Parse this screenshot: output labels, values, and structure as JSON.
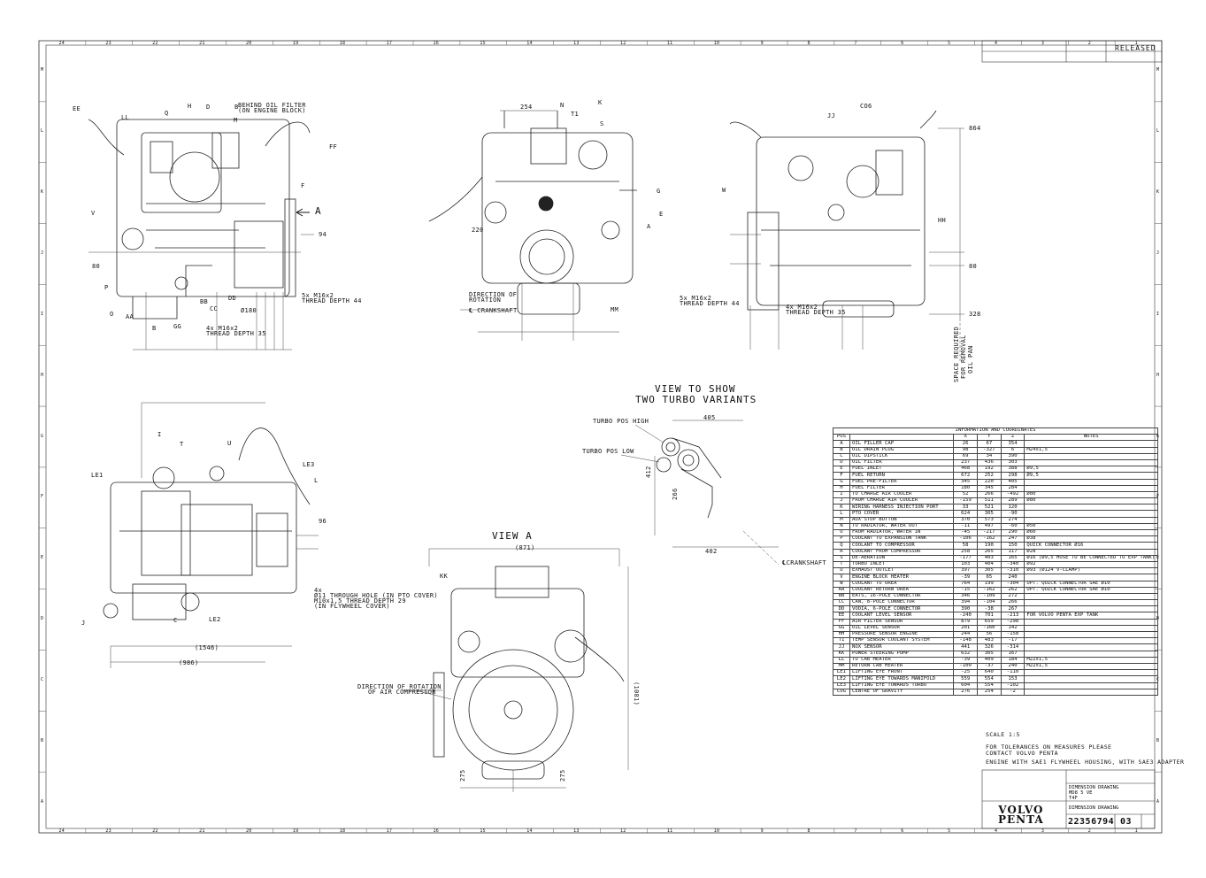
{
  "views": {
    "view_turbo_title_1": "VIEW TO SHOW",
    "view_turbo_title_2": "TWO TURBO VARIANTS",
    "view_a_title": "VIEW A",
    "turbo_pos_high": "TURBO POS HIGH",
    "turbo_pos_low": "TURBO POS LOW",
    "crankshaft": "℄ CRANKSHAFT",
    "crankshaft2": "℄CRANKSHAFT",
    "arrow_a": "A",
    "direction_rotation_1": "DIRECTION OF",
    "direction_rotation_2": "ROTATION",
    "direction_air_1": "DIRECTION OF ROTATION",
    "direction_air_2": "OF AIR COMPRESSOR",
    "behind_filter_1": "BEHIND OIL FILTER",
    "behind_filter_2": "(ON ENGINE BLOCK)",
    "thread_1a": "5x M16x2",
    "thread_1b": "THREAD DEPTH 44",
    "thread_2a": "4x M16x2",
    "thread_2b": "THREAD DEPTH 35",
    "thread_3a": "5x M16x2",
    "thread_3b": "THREAD DEPTH 44",
    "thread_4a": "4x M16x2",
    "thread_4b": "THREAD DEPTH 35",
    "hole_1": "4x",
    "hole_2": "Ø11 THROUGH HOLE (IN PTO COVER)",
    "hole_3": "M10x1,5 THREAD DEPTH 29",
    "hole_4": "(IN FLYWHEEL COVER)",
    "space_1": "SPACE REQUIRED",
    "space_2": "FOR REMOVAL",
    "space_3": "OIL PAN",
    "dim_254": "254",
    "dim_864": "864",
    "dim_328": "328",
    "dim_405": "405",
    "dim_412": "412",
    "dim_266": "266",
    "dim_402": "402",
    "dim_871": "(871)",
    "dim_1081": "(1081)",
    "dim_1546": "(1546)",
    "dim_986": "(986)",
    "dim_275a": "275",
    "dim_275b": "275",
    "dim_94": "94",
    "dim_96": "96",
    "dim_120": "Ø180",
    "dim_80a": "80",
    "dim_80b": "80",
    "dim_220": "220"
  },
  "callouts": {
    "front": [
      "EE",
      "LL",
      "Q",
      "H",
      "D",
      "B",
      "M",
      "FF",
      "F",
      "V",
      "P",
      "O",
      "AA",
      "B",
      "GG",
      "BB",
      "CC",
      "DD"
    ],
    "rear": [
      "N",
      "T1",
      "K",
      "S",
      "G",
      "E",
      "A",
      "MM"
    ],
    "right": [
      "JJ",
      "CO6",
      "W",
      "HH"
    ],
    "top": [
      "I",
      "T",
      "U",
      "LE1",
      "LE3",
      "L",
      "J",
      "C",
      "LE2"
    ],
    "view_a": [
      "KK"
    ]
  },
  "table": {
    "title": "INFORMATION AND COORDINATES",
    "headers": [
      "POS",
      "",
      "X",
      "Y",
      "Z",
      "NOTES"
    ],
    "rows": [
      [
        "A",
        "OIL FILLER CAP",
        "26",
        "67",
        "354",
        ""
      ],
      [
        "B",
        "OIL DRAIN PLUG",
        "98",
        "-327",
        "6",
        "M24x1,5"
      ],
      [
        "C",
        "OIL DIPSTICK",
        "69",
        "34",
        "390",
        ""
      ],
      [
        "D",
        "OIL FILTER",
        "237",
        "436",
        "303",
        ""
      ],
      [
        "E",
        "FUEL INLET",
        "468",
        "192",
        "388",
        "Ø9,5"
      ],
      [
        "F",
        "FUEL RETURN",
        "672",
        "252",
        "298",
        "Ø9,5"
      ],
      [
        "G",
        "FUEL PRE-FILTER",
        "345",
        "220",
        "405",
        ""
      ],
      [
        "H",
        "FUEL FILTER",
        "180",
        "345",
        "284",
        ""
      ],
      [
        "I",
        "TO CHARGE AIR COOLER",
        "52",
        "266",
        "-492",
        "Ø80"
      ],
      [
        "J",
        "FROM CHARGE AIR COOLER",
        "-159",
        "511",
        "289",
        "Ø80"
      ],
      [
        "K",
        "WIRING HARNESS INJECTION PORT",
        "33",
        "521",
        "120",
        ""
      ],
      [
        "L",
        "PTO COVER",
        "624",
        "305",
        "-90",
        ""
      ],
      [
        "M",
        "AUX STOP BUTTON",
        "370",
        "573",
        "274",
        ""
      ],
      [
        "N",
        "TO RADIATOR, WATER OUT",
        "-11",
        "497",
        "-60",
        "Ø50"
      ],
      [
        "O",
        "FROM RADIATOR, WATER IN",
        "-45",
        "-217",
        "290",
        "Ø60"
      ],
      [
        "P",
        "COOLANT TO EXPANSION TANK",
        "-106",
        "-162",
        "247",
        "Ø38"
      ],
      [
        "Q",
        "COOLANT TO COMPRESSOR",
        "58",
        "190",
        "150",
        "QUICK CONNECTOR Ø16"
      ],
      [
        "R",
        "COOLANT FROM COMPRESSOR",
        "258",
        "265",
        "117",
        "Ø28"
      ],
      [
        "S",
        "DE-AERATION",
        "-177",
        "403",
        "165",
        "Ø16 (Ø9,5 HOSE TO BE CONNECTED TO EXP TANK)"
      ],
      [
        "T",
        "TURBO INLET",
        "103",
        "404",
        "-340",
        "Ø92"
      ],
      [
        "U",
        "EXHAUST OUTLET",
        "397",
        "305",
        "-310",
        "Ø93 (Ø124 V-CLAMP)"
      ],
      [
        "V",
        "ENGINE BLOCK HEATER",
        "-39",
        "65",
        "240",
        ""
      ],
      [
        "W",
        "COOLANT TO UREA",
        "764",
        "199",
        "-304",
        "OPT. QUICK CONNECTOR SAE Ø10"
      ],
      [
        "AA",
        "COOLANT RETURN UREA",
        "-15",
        "-162",
        "262",
        "OPT. QUICK CONNECTOR SAE Ø10"
      ],
      [
        "BB",
        "EATS, 16-POLE CONNECTOR",
        "346",
        "-109",
        "272",
        ""
      ],
      [
        "CC",
        "CAN, 8-POLE CONNECTOR",
        "394",
        "-104",
        "266",
        ""
      ],
      [
        "DD",
        "VODIA, 6-POLE CONNECTOR",
        "390",
        "-38",
        "267",
        ""
      ],
      [
        "EE",
        "COOLANT LEVEL SENSOR",
        "-240",
        "701",
        "-213",
        "FOR VOLVO PENTA EXP TANK"
      ],
      [
        "FF",
        "AIR FILTER SENSOR",
        "879",
        "659",
        "-298",
        ""
      ],
      [
        "GG",
        "OIL LEVEL SENSOR",
        "201",
        "-160",
        "142",
        ""
      ],
      [
        "HH",
        "PRESSURE SENSOR ENGINE",
        "244",
        "56",
        "-158",
        ""
      ],
      [
        "T1",
        "TEMP SENSOR COOLANT SYSTEM",
        "-148",
        "483",
        "-17",
        ""
      ],
      [
        "JJ",
        "NOX SENSOR",
        "441",
        "326",
        "-314",
        ""
      ],
      [
        "KK",
        "POWER STEERING PUMP",
        "632",
        "305",
        "167",
        ""
      ],
      [
        "LL",
        "TO CAB HEATER",
        "-39",
        "409",
        "184",
        "M22x1,5"
      ],
      [
        "MM",
        "RETURN CAB HEATER",
        "-100",
        "-37",
        "240",
        "M22x1,5"
      ],
      [
        "LE1",
        "LIFTING EYE FRONT",
        "-25",
        "640",
        "-110",
        ""
      ],
      [
        "LE2",
        "LIFTING EYE TOWARDS MANIFOLD",
        "559",
        "554",
        "153",
        ""
      ],
      [
        "LE3",
        "LIFTING EYE TOWARDS TURBO",
        "604",
        "554",
        "-102",
        ""
      ],
      [
        "COG",
        "CENTRE OF GRAVITY",
        "276",
        "254",
        "-2",
        ""
      ]
    ]
  },
  "notes": {
    "scale": "SCALE 1:5",
    "tolerance_1": "FOR TOLERANCES ON MEASURES PLEASE",
    "tolerance_2": "CONTACT VOLVO PENTA",
    "engine": "ENGINE WITH SAE1 FLYWHEEL HOUSING, WITH SAE3 ADAPTER"
  },
  "title_block": {
    "status": "RELEASED",
    "title_1": "DIMENSION DRAWING",
    "title_2": "MD8 5 VE",
    "title_3": "T4F",
    "title_4": "DIMENSION DRAWING",
    "drawing_no": "22356794",
    "issue": "03",
    "brand_1": "VOLVO",
    "brand_2": "PENTA"
  },
  "grid": {
    "cols": [
      "24",
      "23",
      "22",
      "21",
      "20",
      "19",
      "18",
      "17",
      "16",
      "15",
      "14",
      "13",
      "12",
      "11",
      "10",
      "9",
      "8",
      "7",
      "6",
      "5",
      "4",
      "3",
      "2",
      "1"
    ],
    "rows": [
      "M",
      "L",
      "K",
      "J",
      "I",
      "H",
      "G",
      "F",
      "E",
      "D",
      "C",
      "B",
      "A"
    ]
  }
}
